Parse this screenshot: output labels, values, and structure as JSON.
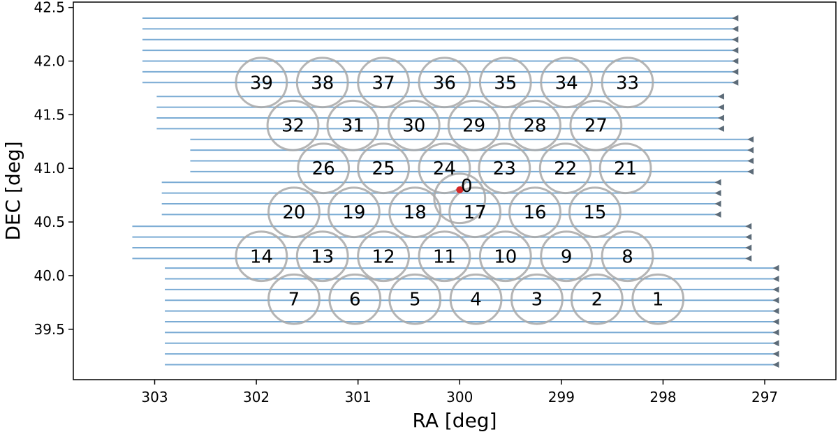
{
  "chart_data": {
    "type": "scatter",
    "xlabel": "RA [deg]",
    "ylabel": "DEC [deg]",
    "xlim": [
      303.8,
      296.3
    ],
    "ylim": [
      39.03,
      42.55
    ],
    "x_ticks": [
      303,
      302,
      301,
      300,
      299,
      298,
      297
    ],
    "x_tick_labels": [
      "303",
      "302",
      "301",
      "300",
      "299",
      "298",
      "297"
    ],
    "y_ticks": [
      39.5,
      40.0,
      40.5,
      41.0,
      41.5,
      42.0,
      42.5
    ],
    "y_tick_labels": [
      "39.5",
      "40.0",
      "40.5",
      "41.0",
      "41.5",
      "42.0",
      "42.5"
    ],
    "grid": false,
    "colors": {
      "circle": "#a8a8a8",
      "scan_line": "#7aabd4",
      "arrow": "#5c6b78",
      "center_point": "#d62728"
    },
    "field_radius_deg": 0.25,
    "center_point": {
      "ra": 300.0,
      "dec": 40.8,
      "label": "0"
    },
    "fields": [
      {
        "label": "0",
        "ra": 300.0,
        "dec": 40.72
      },
      {
        "label": "1",
        "ra": 298.05,
        "dec": 39.78
      },
      {
        "label": "2",
        "ra": 298.65,
        "dec": 39.78
      },
      {
        "label": "3",
        "ra": 299.24,
        "dec": 39.78
      },
      {
        "label": "4",
        "ra": 299.84,
        "dec": 39.78
      },
      {
        "label": "5",
        "ra": 300.44,
        "dec": 39.78
      },
      {
        "label": "6",
        "ra": 301.03,
        "dec": 39.78
      },
      {
        "label": "7",
        "ra": 301.63,
        "dec": 39.78
      },
      {
        "label": "8",
        "ra": 298.35,
        "dec": 40.18
      },
      {
        "label": "9",
        "ra": 298.95,
        "dec": 40.18
      },
      {
        "label": "10",
        "ra": 299.55,
        "dec": 40.18
      },
      {
        "label": "11",
        "ra": 300.15,
        "dec": 40.18
      },
      {
        "label": "12",
        "ra": 300.75,
        "dec": 40.18
      },
      {
        "label": "13",
        "ra": 301.35,
        "dec": 40.18
      },
      {
        "label": "14",
        "ra": 301.95,
        "dec": 40.18
      },
      {
        "label": "15",
        "ra": 298.67,
        "dec": 40.59
      },
      {
        "label": "16",
        "ra": 299.26,
        "dec": 40.59
      },
      {
        "label": "17",
        "ra": 299.85,
        "dec": 40.59
      },
      {
        "label": "18",
        "ra": 300.44,
        "dec": 40.59
      },
      {
        "label": "19",
        "ra": 301.04,
        "dec": 40.59
      },
      {
        "label": "20",
        "ra": 301.63,
        "dec": 40.59
      },
      {
        "label": "21",
        "ra": 298.37,
        "dec": 41.0
      },
      {
        "label": "22",
        "ra": 298.96,
        "dec": 41.0
      },
      {
        "label": "23",
        "ra": 299.56,
        "dec": 41.0
      },
      {
        "label": "24",
        "ra": 300.15,
        "dec": 41.0
      },
      {
        "label": "25",
        "ra": 300.75,
        "dec": 41.0
      },
      {
        "label": "26",
        "ra": 301.34,
        "dec": 41.0
      },
      {
        "label": "27",
        "ra": 298.66,
        "dec": 41.4
      },
      {
        "label": "28",
        "ra": 299.26,
        "dec": 41.4
      },
      {
        "label": "29",
        "ra": 299.86,
        "dec": 41.4
      },
      {
        "label": "30",
        "ra": 300.45,
        "dec": 41.4
      },
      {
        "label": "31",
        "ra": 301.05,
        "dec": 41.4
      },
      {
        "label": "32",
        "ra": 301.64,
        "dec": 41.4
      },
      {
        "label": "33",
        "ra": 298.35,
        "dec": 41.8
      },
      {
        "label": "34",
        "ra": 298.95,
        "dec": 41.8
      },
      {
        "label": "35",
        "ra": 299.55,
        "dec": 41.8
      },
      {
        "label": "36",
        "ra": 300.15,
        "dec": 41.8
      },
      {
        "label": "37",
        "ra": 300.75,
        "dec": 41.8
      },
      {
        "label": "38",
        "ra": 301.35,
        "dec": 41.8
      },
      {
        "label": "39",
        "ra": 301.95,
        "dec": 41.8
      }
    ],
    "scan_groups": [
      {
        "ra_start": 303.12,
        "ra_end": 297.28,
        "decs": [
          42.4,
          42.3,
          42.2,
          42.1,
          42.0,
          41.9,
          41.8
        ]
      },
      {
        "ra_start": 302.98,
        "ra_end": 297.42,
        "decs": [
          41.67,
          41.57,
          41.47,
          41.37
        ]
      },
      {
        "ra_start": 302.65,
        "ra_end": 297.13,
        "decs": [
          41.27,
          41.17,
          41.07,
          40.97
        ]
      },
      {
        "ra_start": 302.93,
        "ra_end": 297.45,
        "decs": [
          40.87,
          40.77,
          40.67,
          40.57
        ]
      },
      {
        "ra_start": 303.22,
        "ra_end": 297.15,
        "decs": [
          40.46,
          40.36,
          40.26,
          40.16
        ]
      },
      {
        "ra_start": 302.9,
        "ra_end": 296.88,
        "decs": [
          40.07,
          39.97,
          39.87,
          39.77,
          39.67,
          39.57,
          39.47,
          39.37,
          39.27,
          39.17
        ]
      }
    ]
  }
}
